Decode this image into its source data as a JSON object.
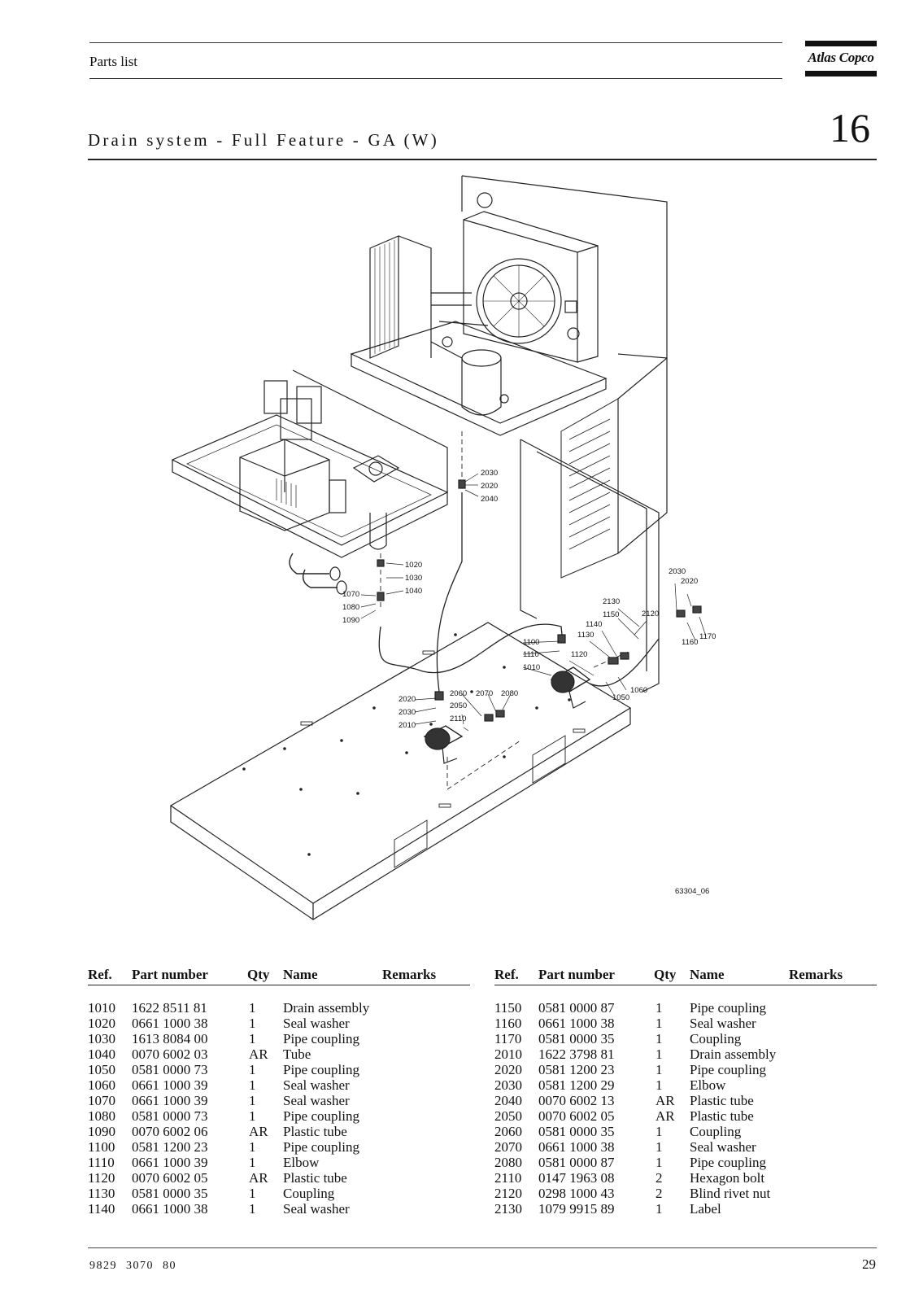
{
  "header": {
    "section_label": "Parts list",
    "brand": "Atlas Copco"
  },
  "title": "Drain system - Full Feature - GA (W)",
  "chapter_number": "16",
  "diagram": {
    "drawing_id": "63304_06",
    "callouts": [
      "2030",
      "2020",
      "2040",
      "1020",
      "1030",
      "1040",
      "1070",
      "1080",
      "1090",
      "2030",
      "2020",
      "2130",
      "1150",
      "2120",
      "1140",
      "1130",
      "1170",
      "1160",
      "1100",
      "1110",
      "1120",
      "1010",
      "1060",
      "1050",
      "2060",
      "2070",
      "2080",
      "2020",
      "2050",
      "2030",
      "2110",
      "2010"
    ]
  },
  "parts_table": {
    "headers": {
      "ref": "Ref.",
      "part_number": "Part number",
      "qty": "Qty",
      "name": "Name",
      "remarks": "Remarks"
    },
    "left_rows": [
      {
        "ref": "1010",
        "part_number": "1622 8511 81",
        "qty": "1",
        "name": "Drain assembly",
        "remarks": ""
      },
      {
        "ref": "1020",
        "part_number": "0661 1000 38",
        "qty": "1",
        "name": "Seal washer",
        "remarks": ""
      },
      {
        "ref": "1030",
        "part_number": "1613 8084 00",
        "qty": "1",
        "name": "Pipe coupling",
        "remarks": ""
      },
      {
        "ref": "1040",
        "part_number": "0070 6002 03",
        "qty": "AR",
        "name": "Tube",
        "remarks": ""
      },
      {
        "ref": "1050",
        "part_number": "0581 0000 73",
        "qty": "1",
        "name": "Pipe coupling",
        "remarks": ""
      },
      {
        "ref": "1060",
        "part_number": "0661 1000 39",
        "qty": "1",
        "name": "Seal washer",
        "remarks": ""
      },
      {
        "ref": "1070",
        "part_number": "0661 1000 39",
        "qty": "1",
        "name": "Seal washer",
        "remarks": ""
      },
      {
        "ref": "1080",
        "part_number": "0581 0000 73",
        "qty": "1",
        "name": "Pipe coupling",
        "remarks": ""
      },
      {
        "ref": "1090",
        "part_number": "0070 6002 06",
        "qty": "AR",
        "name": "Plastic tube",
        "remarks": ""
      },
      {
        "ref": "1100",
        "part_number": "0581 1200 23",
        "qty": "1",
        "name": "Pipe coupling",
        "remarks": ""
      },
      {
        "ref": "1110",
        "part_number": "0661 1000 39",
        "qty": "1",
        "name": "Elbow",
        "remarks": ""
      },
      {
        "ref": "1120",
        "part_number": "0070 6002 05",
        "qty": "AR",
        "name": "Plastic tube",
        "remarks": ""
      },
      {
        "ref": "1130",
        "part_number": "0581 0000 35",
        "qty": "1",
        "name": "Coupling",
        "remarks": ""
      },
      {
        "ref": "1140",
        "part_number": "0661 1000 38",
        "qty": "1",
        "name": "Seal washer",
        "remarks": ""
      }
    ],
    "right_rows": [
      {
        "ref": "1150",
        "part_number": "0581 0000 87",
        "qty": "1",
        "name": "Pipe coupling",
        "remarks": ""
      },
      {
        "ref": "1160",
        "part_number": "0661 1000 38",
        "qty": "1",
        "name": "Seal washer",
        "remarks": ""
      },
      {
        "ref": "1170",
        "part_number": "0581 0000 35",
        "qty": "1",
        "name": "Coupling",
        "remarks": ""
      },
      {
        "ref": "2010",
        "part_number": "1622 3798 81",
        "qty": "1",
        "name": "Drain assembly",
        "remarks": ""
      },
      {
        "ref": "2020",
        "part_number": "0581 1200 23",
        "qty": "1",
        "name": "Pipe coupling",
        "remarks": ""
      },
      {
        "ref": "2030",
        "part_number": "0581 1200 29",
        "qty": "1",
        "name": "Elbow",
        "remarks": ""
      },
      {
        "ref": "2040",
        "part_number": "0070 6002 13",
        "qty": "AR",
        "name": "Plastic tube",
        "remarks": ""
      },
      {
        "ref": "2050",
        "part_number": "0070 6002 05",
        "qty": "AR",
        "name": "Plastic tube",
        "remarks": ""
      },
      {
        "ref": "2060",
        "part_number": "0581 0000 35",
        "qty": "1",
        "name": "Coupling",
        "remarks": ""
      },
      {
        "ref": "2070",
        "part_number": "0661 1000 38",
        "qty": "1",
        "name": "Seal washer",
        "remarks": ""
      },
      {
        "ref": "2080",
        "part_number": "0581 0000 87",
        "qty": "1",
        "name": "Pipe coupling",
        "remarks": ""
      },
      {
        "ref": "2110",
        "part_number": "0147 1963 08",
        "qty": "2",
        "name": "Hexagon bolt",
        "remarks": ""
      },
      {
        "ref": "2120",
        "part_number": "0298 1000 43",
        "qty": "2",
        "name": "Blind rivet nut",
        "remarks": ""
      },
      {
        "ref": "2130",
        "part_number": "1079 9915 89",
        "qty": "1",
        "name": "Label",
        "remarks": ""
      }
    ]
  },
  "footer": {
    "doc_number": "9829 3070 80",
    "page_number": "29"
  }
}
